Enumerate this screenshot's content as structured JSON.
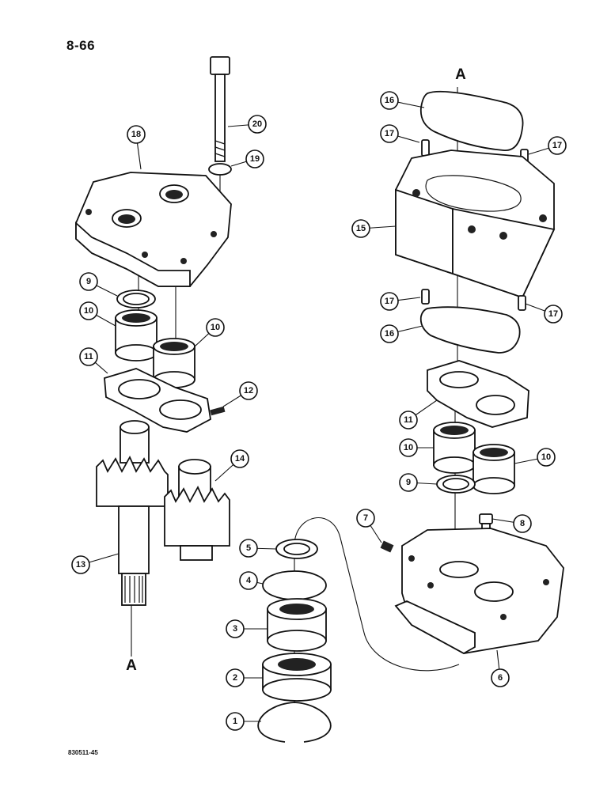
{
  "page": {
    "number": "8-66",
    "figure_code": "830511-45"
  },
  "section_marks": [
    "A",
    "A"
  ],
  "callouts": [
    {
      "part": "body-upper",
      "label": "18"
    },
    {
      "part": "bolt",
      "label": "20"
    },
    {
      "part": "washer",
      "label": "19"
    },
    {
      "part": "seal-left",
      "label": "9"
    },
    {
      "part": "bearing-left-a",
      "label": "10"
    },
    {
      "part": "bearing-left-b",
      "label": "10"
    },
    {
      "part": "plate-left",
      "label": "11"
    },
    {
      "part": "pin-small",
      "label": "12"
    },
    {
      "part": "gear-shaft-drive",
      "label": "13"
    },
    {
      "part": "gear-shaft-idler",
      "label": "14"
    },
    {
      "part": "gasket-top",
      "label": "16"
    },
    {
      "part": "dowel-top-left",
      "label": "17"
    },
    {
      "part": "dowel-top-right",
      "label": "17"
    },
    {
      "part": "gear-housing",
      "label": "15"
    },
    {
      "part": "dowel-bottom-left",
      "label": "17"
    },
    {
      "part": "dowel-bottom-right",
      "label": "17"
    },
    {
      "part": "gasket-bottom",
      "label": "16"
    },
    {
      "part": "plate-right",
      "label": "11"
    },
    {
      "part": "bearing-right-a",
      "label": "10"
    },
    {
      "part": "bearing-right-b",
      "label": "10"
    },
    {
      "part": "seal-right",
      "label": "9"
    },
    {
      "part": "plug-small",
      "label": "7"
    },
    {
      "part": "plug-large",
      "label": "8"
    },
    {
      "part": "body-lower",
      "label": "6"
    },
    {
      "part": "shaft-seal",
      "label": "5"
    },
    {
      "part": "o-ring",
      "label": "4"
    },
    {
      "part": "seal-carrier",
      "label": "3"
    },
    {
      "part": "ball-bearing",
      "label": "2"
    },
    {
      "part": "snap-ring",
      "label": "1"
    }
  ]
}
